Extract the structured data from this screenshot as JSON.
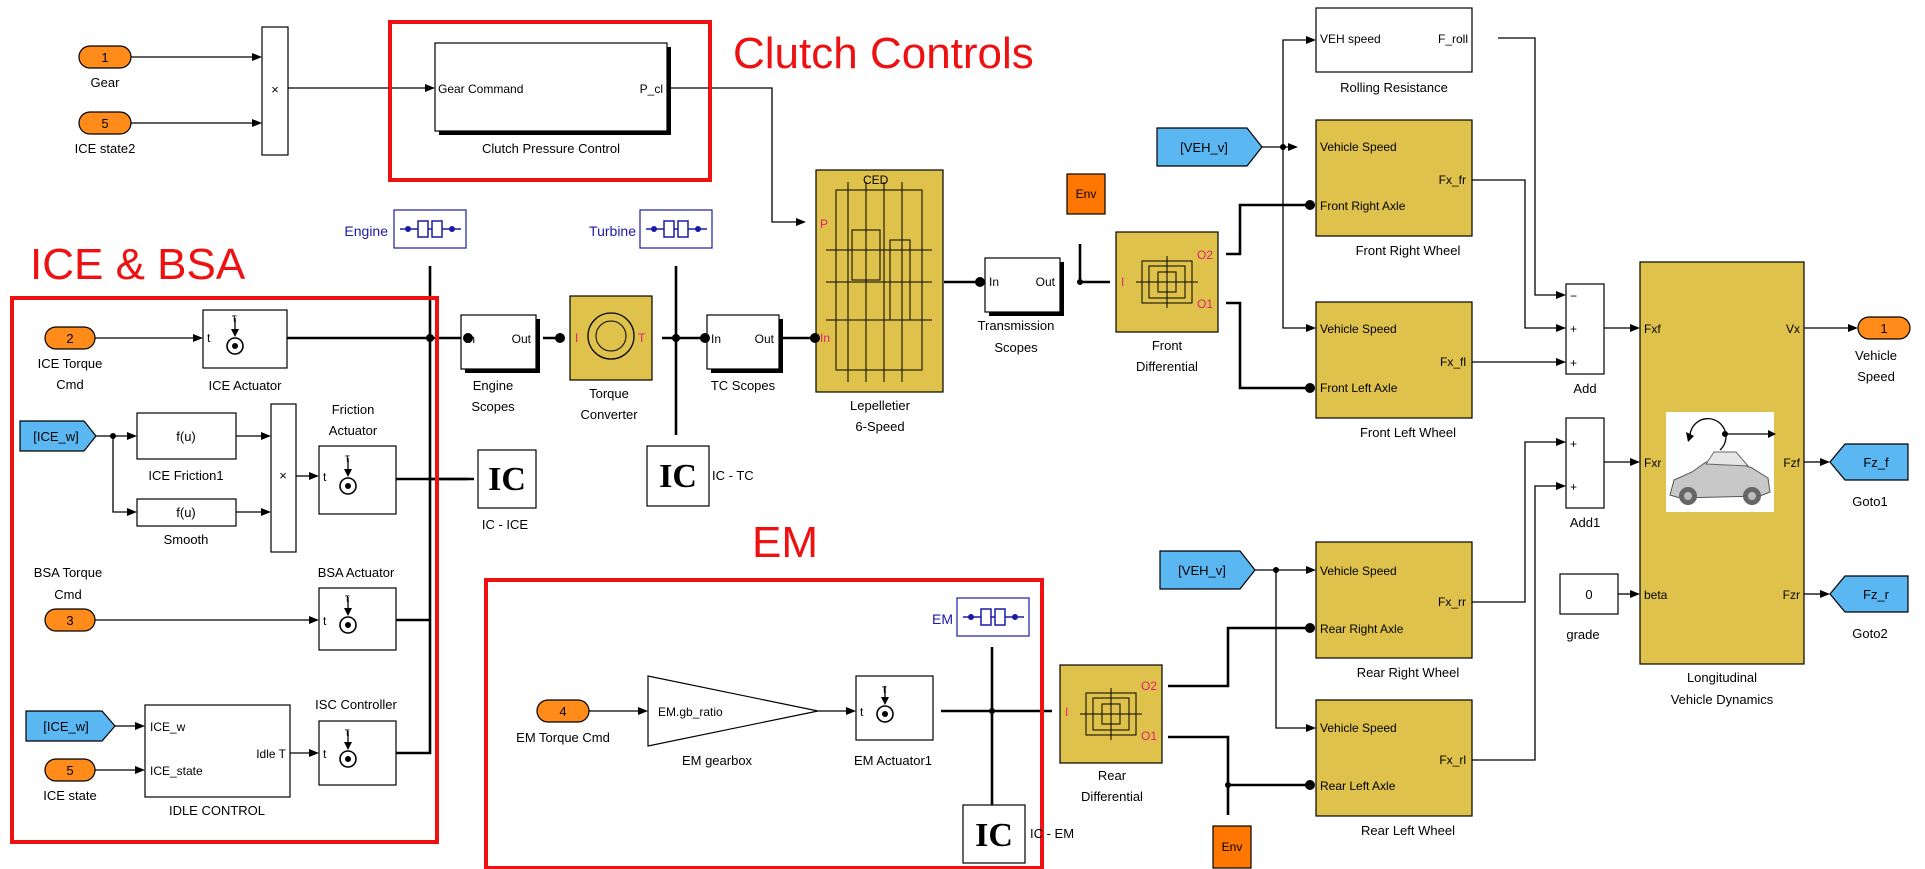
{
  "regions": {
    "clutch": "Clutch Controls",
    "ice_bsa": "ICE & BSA",
    "em": "EM"
  },
  "inports": {
    "gear": {
      "num": "1",
      "label": "Gear"
    },
    "ice_state2": {
      "num": "5",
      "label": "ICE state2"
    },
    "ice_torque": {
      "num": "2",
      "label_line1": "ICE Torque",
      "label_line2": "Cmd"
    },
    "bsa_torque": {
      "num": "3",
      "label_line1": "BSA Torque",
      "label_line2": "Cmd"
    },
    "ice_state": {
      "num": "5",
      "label": "ICE state"
    },
    "em_torque": {
      "num": "4",
      "label": "EM Torque Cmd"
    }
  },
  "outport": {
    "num": "1",
    "label_line1": "Vehicle",
    "label_line2": "Speed"
  },
  "froms": {
    "ice_w_1": "[ICE_w]",
    "ice_w_2": "[ICE_w]",
    "veh_v_1": "[VEH_v]",
    "veh_v_2": "[VEH_v]"
  },
  "gotos": {
    "fz_f": {
      "text": "Fz_f",
      "label": "Goto1"
    },
    "fz_r": {
      "text": "Fz_r",
      "label": "Goto2"
    }
  },
  "blocks": {
    "product_symbol": "×",
    "clutch": {
      "in": "Gear  Command",
      "out": "P_cl",
      "label": "Clutch Pressure Control"
    },
    "ice_actuator": {
      "in": "t",
      "label": "ICE Actuator"
    },
    "ice_friction": {
      "expr": "f(u)",
      "label": "ICE Friction1"
    },
    "smooth": {
      "expr": "f(u)",
      "label": "Smooth"
    },
    "friction_actuator": {
      "in": "t",
      "label_line1": "Friction",
      "label_line2": "Actuator"
    },
    "bsa_actuator": {
      "in": "t",
      "label": "BSA Actuator"
    },
    "idle_control": {
      "in1": "ICE_w",
      "in2": "ICE_state",
      "out": "Idle T",
      "label": "IDLE CONTROL"
    },
    "isc_controller": {
      "in": "t",
      "label": "ISC Controller"
    },
    "engine_scopes": {
      "in": "In",
      "out": "Out",
      "label_line1": "Engine",
      "label_line2": "Scopes"
    },
    "torque_converter": {
      "pi": "I",
      "pt": "T",
      "label_line1": "Torque",
      "label_line2": "Converter"
    },
    "tc_scopes": {
      "in": "In",
      "out": "Out",
      "label": "TC Scopes"
    },
    "lepelletier": {
      "p": "P",
      "in": "In",
      "ced": "CED",
      "label_line1": "Lepelletier",
      "label_line2": "6-Speed"
    },
    "trans_scopes": {
      "in": "In",
      "out": "Out",
      "label_line1": "Transmission",
      "label_line2": "Scopes"
    },
    "front_diff": {
      "i": "I",
      "o2": "O2",
      "o1": "O1",
      "label_line1": "Front",
      "label_line2": "Differential"
    },
    "rear_diff": {
      "i": "I",
      "o2": "O2",
      "o1": "O1",
      "label_line1": "Rear",
      "label_line2": "Differential"
    },
    "rolling": {
      "in": "VEH speed",
      "out": "F_roll",
      "label": "Rolling Resistance"
    },
    "frw": {
      "in1": "Vehicle Speed",
      "in2": "Front Right Axle",
      "out": "Fx_fr",
      "label": "Front Right Wheel"
    },
    "flw": {
      "in1": "Vehicle Speed",
      "in2": "Front Left Axle",
      "out": "Fx_fl",
      "label": "Front Left Wheel"
    },
    "rrw": {
      "in1": "Vehicle Speed",
      "in2": "Rear Right Axle",
      "out": "Fx_rr",
      "label": "Rear Right Wheel"
    },
    "rlw": {
      "in1": "Vehicle Speed",
      "in2": "Rear Left Axle",
      "out": "Fx_rl",
      "label": "Rear Left Wheel"
    },
    "add": {
      "s1": "−",
      "s2": "+",
      "s3": "+",
      "label": "Add"
    },
    "add1": {
      "s1": "+",
      "s2": "+",
      "label": "Add1"
    },
    "grade": {
      "value": "0",
      "label": "grade"
    },
    "lvd": {
      "in1": "Fxf",
      "in2": "Fxr",
      "in3": "beta",
      "out1": "Vx",
      "out2": "Fzf",
      "out3": "Fzr",
      "label_line1": "Longitudinal",
      "label_line2": "Vehicle Dynamics"
    },
    "em_gearbox": {
      "expr": "EM.gb_ratio",
      "label": "EM gearbox"
    },
    "em_actuator": {
      "in": "t",
      "label": "EM Actuator1"
    },
    "tau": "τ"
  },
  "sensors": {
    "engine": "Engine",
    "turbine": "Turbine",
    "em": "EM"
  },
  "ics": {
    "symbol": "IC",
    "ice": "IC - ICE",
    "tc": "IC - TC",
    "em": "IC - EM"
  },
  "env": {
    "top": "Env",
    "bottom": "Env"
  }
}
